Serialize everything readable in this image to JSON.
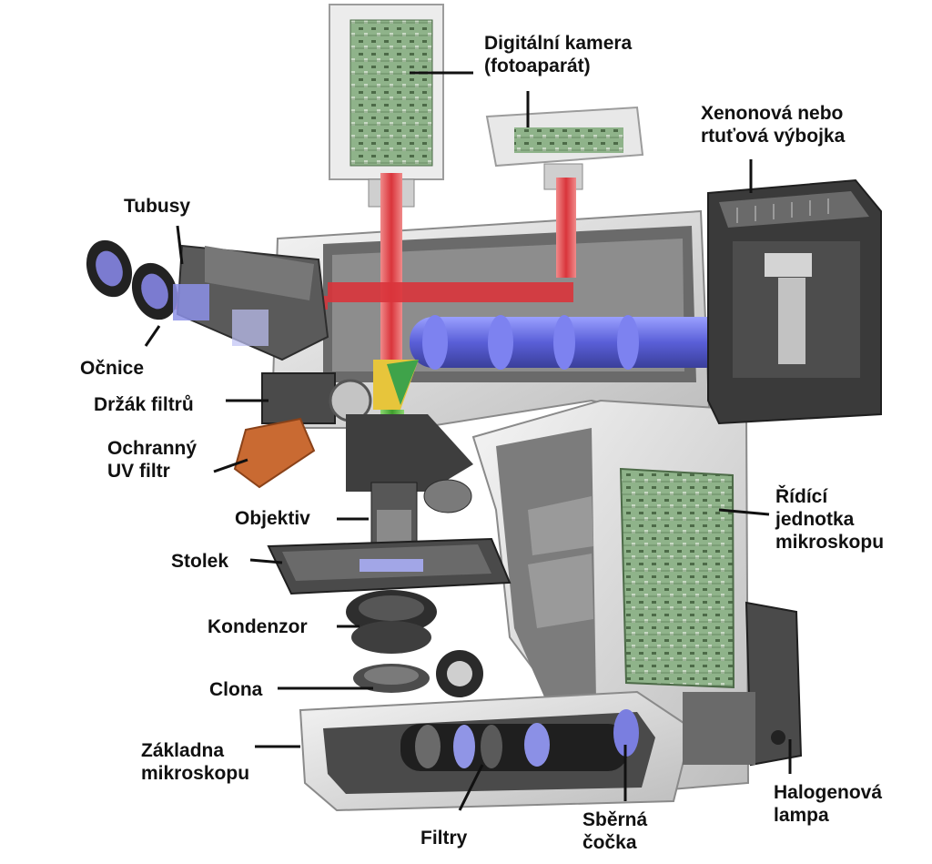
{
  "labels": {
    "camera": [
      "Digitální kamera",
      "(fotoaparát)"
    ],
    "xenon": [
      "Xenonová nebo",
      "rtuťová výbojka"
    ],
    "tubes": "Tubusy",
    "eyepieces": "Očnice",
    "filter_holder": "Držák filtrů",
    "uv_filter": [
      "Ochranný",
      "UV filtr"
    ],
    "objective": "Objektiv",
    "stage": "Stolek",
    "condenser": "Kondenzor",
    "diaphragm": "Clona",
    "base": [
      "Základna",
      "mikroskopu"
    ],
    "filters": "Filtry",
    "collector_lens": [
      "Sběrná",
      "čočka"
    ],
    "halogen": [
      "Halogenová",
      "lampa"
    ],
    "control_unit": [
      "Řídící",
      "jednotka",
      "mikroskopu"
    ]
  },
  "colors": {
    "housing": "#e6e6e6",
    "housing_dark": "#5a5a5a",
    "lamp_housing": "#3a3a3a",
    "light_path_red": "#d9343b",
    "light_path_blue": "#6a6ee0",
    "light_path_green": "#4fbf3a",
    "uv_shield": "#c96a32",
    "circuit_board": "#8fb38a"
  }
}
